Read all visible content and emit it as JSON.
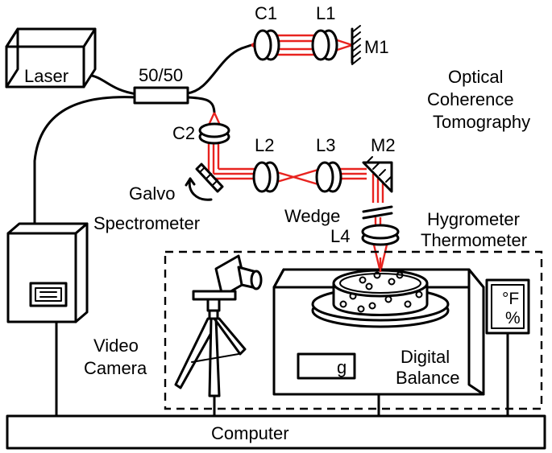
{
  "labels": {
    "laser": "Laser",
    "splitter": "50/50",
    "c1": "C1",
    "l1": "L1",
    "m1": "M1",
    "c2": "C2",
    "l2": "L2",
    "l3": "L3",
    "m2": "M2",
    "galvo": "Galvo",
    "oct_line1": "Optical",
    "oct_line2": "Coherence",
    "oct_line3": "Tomography",
    "spectrometer": "Spectrometer",
    "wedge": "Wedge",
    "l4": "L4",
    "hygro_line1": "Hygrometer",
    "hygro_line2": "Thermometer",
    "video_line1": "Video",
    "video_line2": "Camera",
    "balance_line1": "Digital",
    "balance_line2": "Balance",
    "balance_unit": "g",
    "hygro_unit_top": "°F",
    "hygro_unit_bottom": "%",
    "computer": "Computer"
  },
  "colors": {
    "beam": "#e8231f",
    "outline": "#000000",
    "background": "#ffffff"
  }
}
